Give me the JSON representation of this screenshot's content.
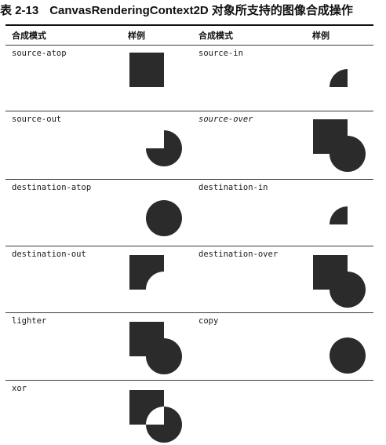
{
  "title": {
    "number": "表 2-13",
    "text": "CanvasRenderingContext2D 对象所支持的图像合成操作"
  },
  "header": {
    "mode_left": "合成模式",
    "sample_left": "样例",
    "mode_right": "合成模式",
    "sample_right": "样例"
  },
  "rows": [
    {
      "left": {
        "mode": "source-atop",
        "sample": "square-icon"
      },
      "right": {
        "mode": "source-in",
        "sample": "quarter-circle-icon"
      }
    },
    {
      "left": {
        "mode": "source-out",
        "sample": "three-quarter-circle-icon"
      },
      "right": {
        "mode": "source-over",
        "sample": "square-circle-union-icon"
      }
    },
    {
      "left": {
        "mode": "destination-atop",
        "sample": "circle-icon"
      },
      "right": {
        "mode": "destination-in",
        "sample": "quarter-circle-icon"
      }
    },
    {
      "left": {
        "mode": "destination-out",
        "sample": "notched-square-icon"
      },
      "right": {
        "mode": "destination-over",
        "sample": "square-circle-union-icon"
      }
    },
    {
      "left": {
        "mode": "lighter",
        "sample": "square-circle-union-icon"
      },
      "right": {
        "mode": "copy",
        "sample": "circle-icon"
      }
    },
    {
      "left": {
        "mode": "xor",
        "sample": "square-circle-xor-icon"
      }
    }
  ],
  "colors": {
    "shape": "#2b2b2b",
    "text": "#111111",
    "rule": "#3a3a3a"
  }
}
